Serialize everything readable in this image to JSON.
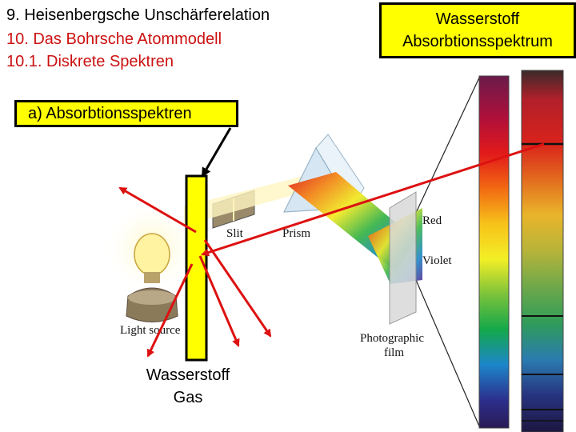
{
  "headings": {
    "line1": "9. Heisenbergsche Unschärferelation",
    "line2": "10. Das Bohrsche Atommodell",
    "line3": "10.1. Diskrete Spektren"
  },
  "spectrum_box": {
    "line1": "Wasserstoff",
    "line2": "Absorbtionsspektrum"
  },
  "section_label": "a)  Absorbtionsspektren",
  "gas_label": {
    "line1": "Wasserstoff",
    "line2": "Gas"
  },
  "diagram_labels": {
    "slit": "Slit",
    "prism": "Prism",
    "red": "Red",
    "violet": "Violet",
    "light_source": "Light source",
    "photographic_film_line1": "Photographic",
    "photographic_film_line2": "film"
  },
  "colors": {
    "accent_red": "#cc1111",
    "box_yellow": "#ffff00",
    "arrow_red": "#dd1111"
  }
}
